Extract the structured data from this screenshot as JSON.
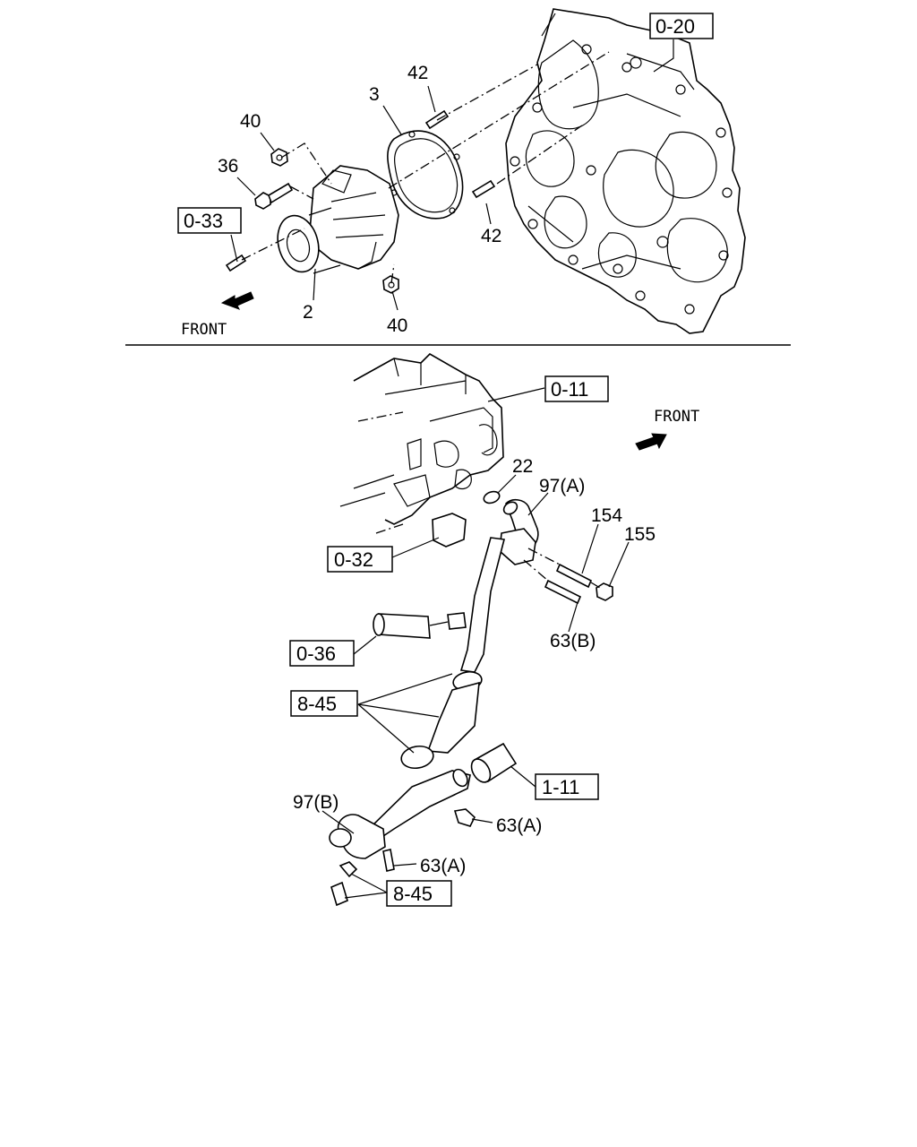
{
  "top_diagram": {
    "callouts": {
      "p42_top": "42",
      "p3": "3",
      "p40_top": "40",
      "p36": "36",
      "p42_bottom": "42",
      "p2": "2",
      "p40_bottom": "40"
    },
    "references": {
      "r0_20": "0-20",
      "r0_33": "0-33"
    },
    "front_label": "FRONT"
  },
  "bottom_diagram": {
    "callouts": {
      "p22": "22",
      "p97a": "97(A)",
      "p154": "154",
      "p155": "155",
      "p63b": "63(B)",
      "p97b": "97(B)",
      "p63a_right": "63(A)",
      "p63a_bottom": "63(A)"
    },
    "references": {
      "r0_11": "0-11",
      "r0_32": "0-32",
      "r0_36": "0-36",
      "r8_45_top": "8-45",
      "r1_11": "1-11",
      "r8_45_bottom": "8-45"
    },
    "front_label": "FRONT"
  }
}
